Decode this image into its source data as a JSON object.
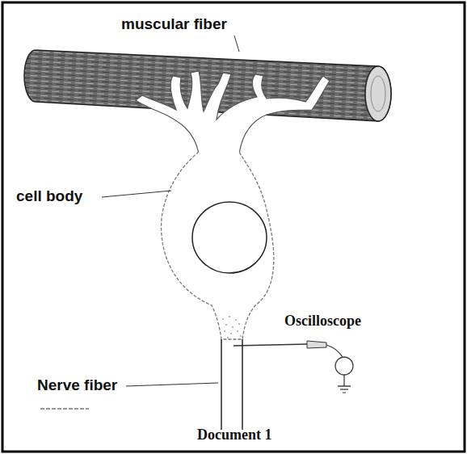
{
  "diagram": {
    "caption": "Document 1",
    "labels": [
      "muscular fiber",
      "cell body",
      "Oscilloscope",
      "Nerve fiber"
    ]
  }
}
